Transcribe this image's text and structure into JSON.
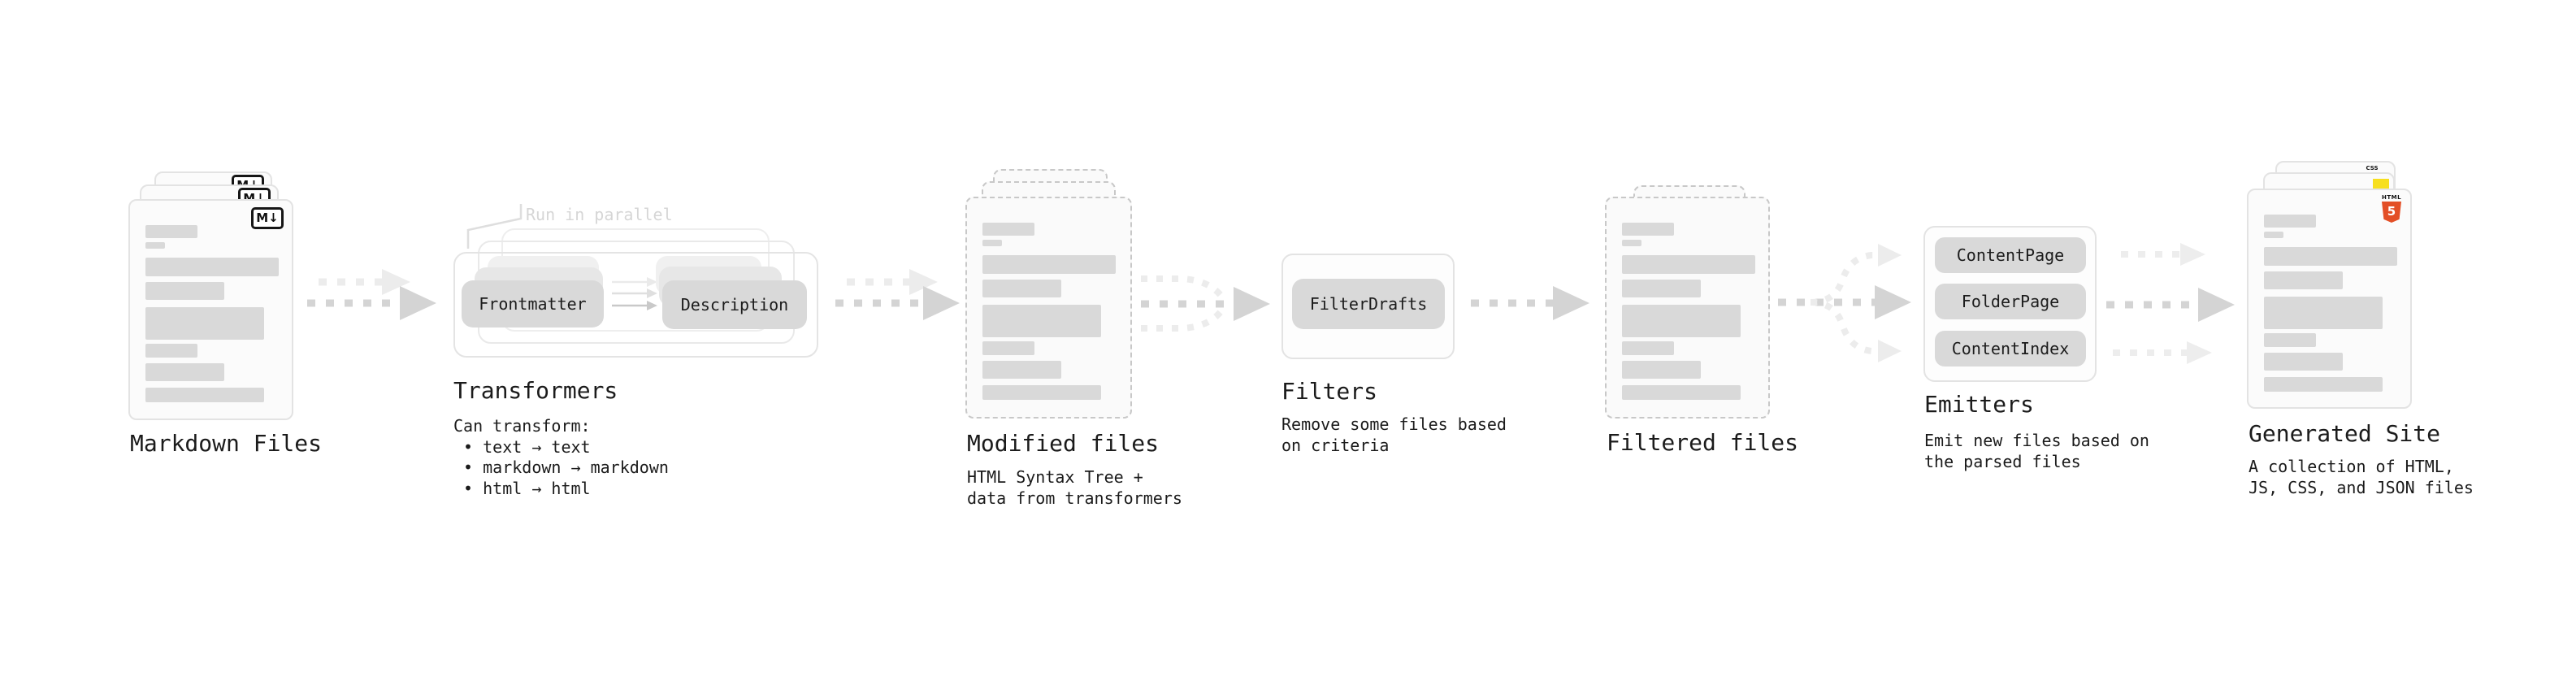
{
  "stages": {
    "markdown": {
      "title": "Markdown Files",
      "file_badge": "M↓"
    },
    "transformers": {
      "title": "Transformers",
      "note": "Run in parallel",
      "chips": [
        "Frontmatter",
        "Description"
      ],
      "description": "Can transform:\n • text → text\n • markdown → markdown\n • html → html"
    },
    "modified": {
      "title": "Modified files",
      "description": "HTML Syntax Tree +\ndata from transformers"
    },
    "filters": {
      "title": "Filters",
      "chip": "FilterDrafts",
      "description": "Remove some files based\non criteria"
    },
    "filtered": {
      "title": "Filtered files"
    },
    "emitters": {
      "title": "Emitters",
      "chips": [
        "ContentPage",
        "FolderPage",
        "ContentIndex"
      ],
      "description": "Emit new files based on\nthe parsed files"
    },
    "generated": {
      "title": "Generated Site",
      "description": "A collection of HTML,\nJS, CSS, and JSON files",
      "badges": {
        "css": "CSS",
        "html_word": "HTML",
        "html_number": "5"
      }
    }
  },
  "colors": {
    "chip_gray": "#d9d9d9",
    "bar_gray": "#d9d9d9",
    "arrow_dark": "#d4d4d4",
    "arrow_light": "#ececec",
    "html5_orange": "#e34f26",
    "js_yellow": "#f7df1e",
    "css_blue": "#2965f1",
    "text": "#1b1b1b"
  }
}
